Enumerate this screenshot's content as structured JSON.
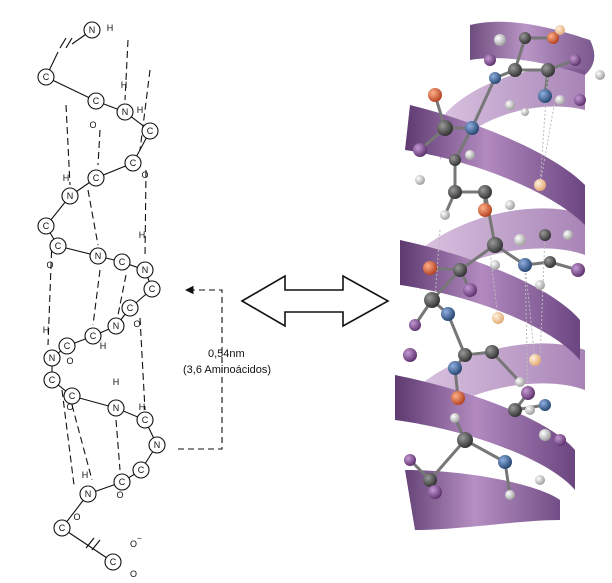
{
  "atoms": {
    "carbon": "C",
    "nitrogen": "N",
    "oxygen": "O",
    "hydrogen": "H",
    "carboxylate_charge": "−"
  },
  "annotation": {
    "pitch": "0,54nm",
    "residues": "(3,6 Aminoácidos)"
  },
  "colors": {
    "ribbon": "#8a5a9a",
    "ribbon_light": "#c9a6d4",
    "carbon_atom": "#4a4a4a",
    "nitrogen_atom": "#3a5f9a",
    "oxygen_atom": "#d9603a",
    "r_group_atom": "#7a4a8a",
    "hydrogen_atom": "#d6d6d6",
    "hbond_atom": "#f1c89a"
  }
}
